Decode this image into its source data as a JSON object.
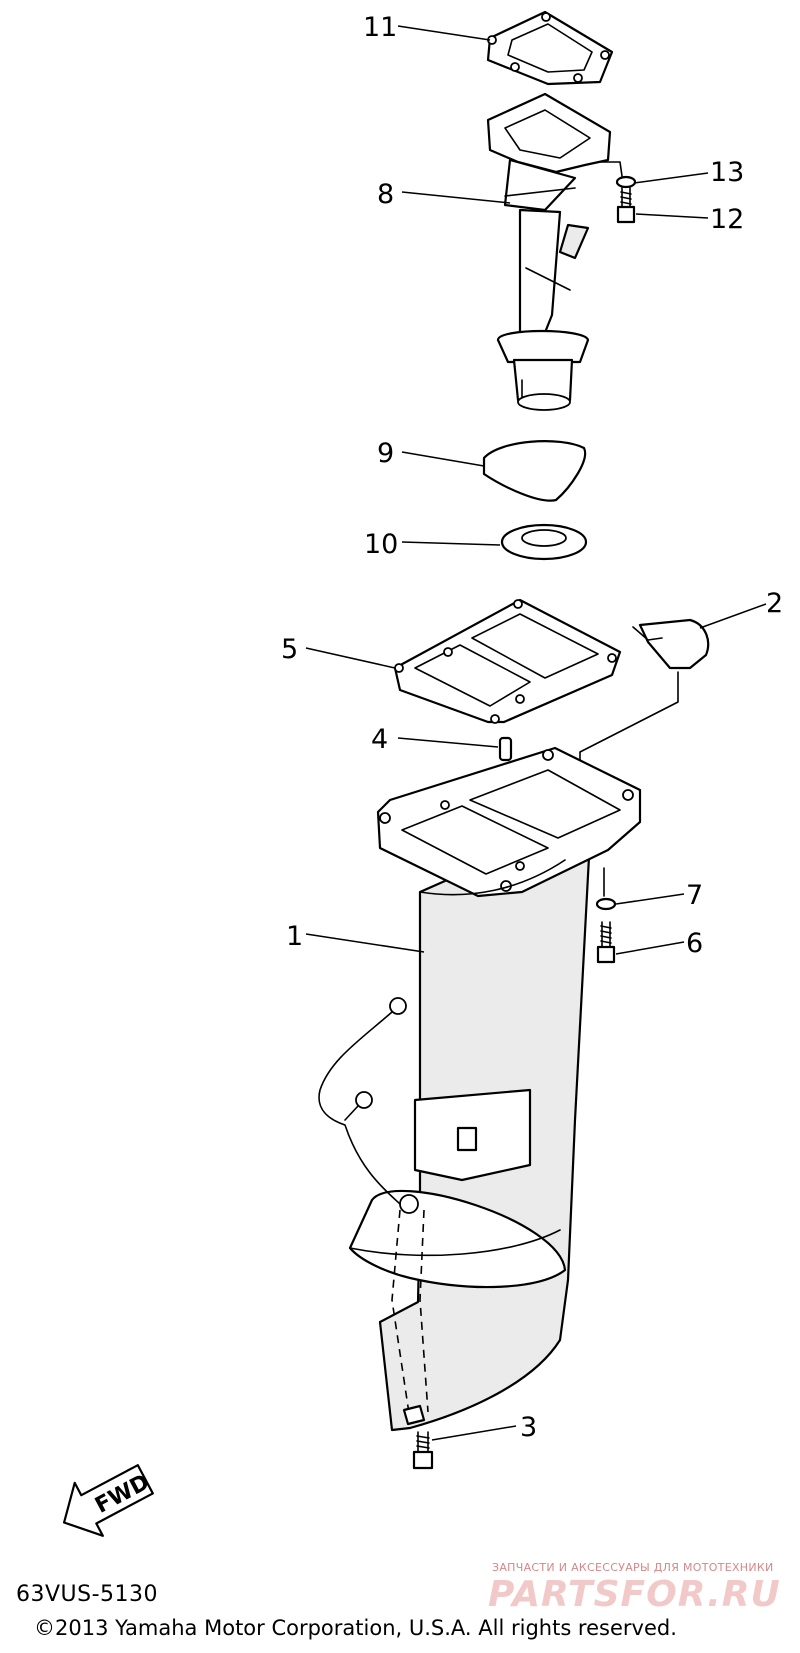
{
  "diagram": {
    "callouts": [
      "1",
      "2",
      "3",
      "4",
      "5",
      "6",
      "7",
      "8",
      "9",
      "10",
      "11",
      "12",
      "13"
    ],
    "fwd_label": "FWD"
  },
  "footer": {
    "ref_code": "63VUS-5130",
    "copyright": "©2013 Yamaha Motor Corporation, U.S.A. All rights reserved."
  },
  "watermark": {
    "subtitle": "ЗАПЧАСТИ И АКСЕССУАРЫ ДЛЯ МОТОТЕХНИКИ",
    "logo": "PARTSFOR.RU"
  }
}
